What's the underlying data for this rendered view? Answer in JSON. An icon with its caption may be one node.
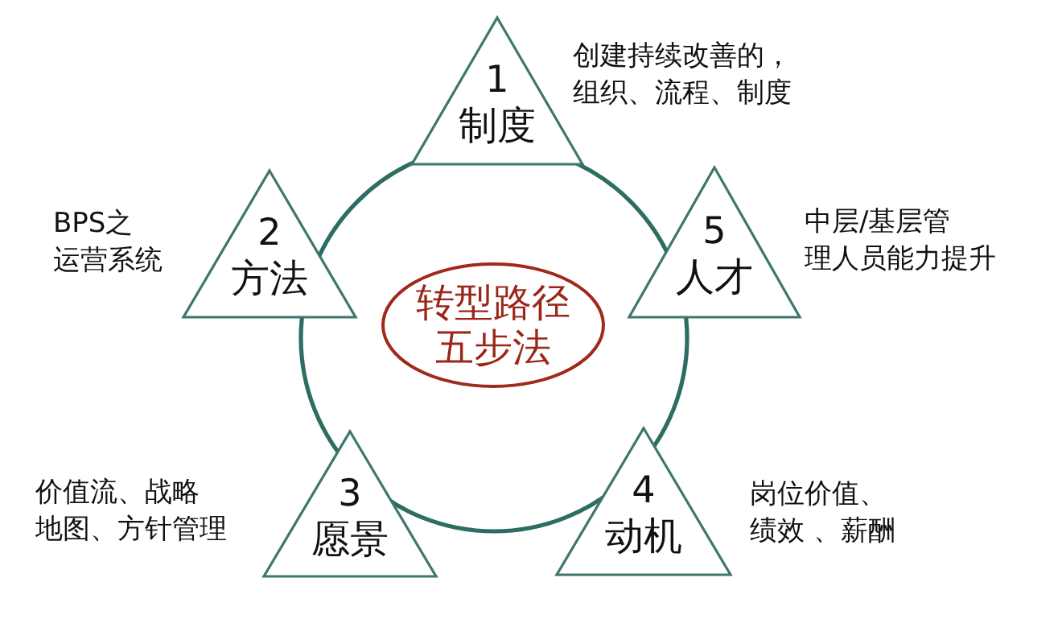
{
  "diagram": {
    "nodes": [
      {
        "text": [
          "1",
          "制度"
        ],
        "beside": [
          "创建持续改善的，组织、流程、制度"
        ]
      },
      {
        "text": [
          "2",
          "方法"
        ],
        "beside": [
          "BPS之运营系统"
        ]
      },
      {
        "text": [
          "5",
          "人才"
        ],
        "beside": [
          "中层/基层管理人员能力提升"
        ]
      },
      {
        "text": [
          "转型路径五步法"
        ]
      },
      {
        "text": [
          "3",
          "愿景"
        ],
        "beside": [
          "价值流、战略地图、方针管理"
        ]
      },
      {
        "text": [
          "4",
          "动机"
        ],
        "beside": [
          "岗位价值、绩效 、薪酬"
        ]
      }
    ]
  }
}
